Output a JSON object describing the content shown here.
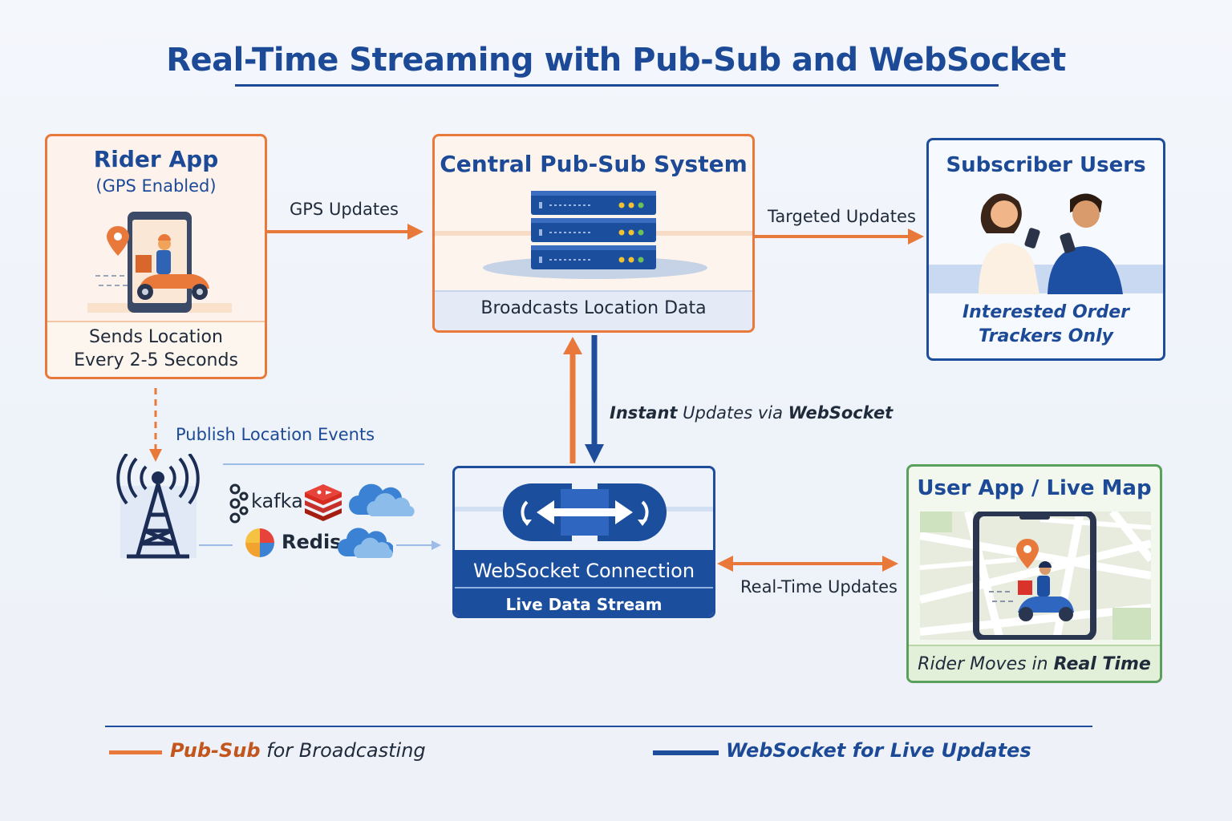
{
  "title": "Real-Time Streaming with Pub-Sub and WebSocket",
  "rider_app": {
    "title": "Rider App",
    "subtitle": "(GPS Enabled)",
    "caption_line1": "Sends Location",
    "caption_line2": "Every 2-5 Seconds"
  },
  "pubsub": {
    "title": "Central Pub-Sub System",
    "caption": "Broadcasts Location Data"
  },
  "subscriber": {
    "title": "Subscriber Users",
    "caption_line1": "Interested Order",
    "caption_line2": "Trackers Only"
  },
  "websocket": {
    "title": "WebSocket Connection",
    "subtitle": "Live Data Stream"
  },
  "user_app": {
    "title": "User App / Live Map",
    "caption_prefix": "Rider Moves in ",
    "caption_bold": "Real Time"
  },
  "arrows": {
    "gps_updates": "GPS Updates",
    "targeted_updates": "Targeted Updates",
    "instant_prefix": "Instant",
    "instant_middle": " Updates via ",
    "instant_suffix": "WebSocket",
    "publish_events": "Publish Location Events",
    "realtime_updates": "Real-Time Updates"
  },
  "tech": {
    "kafka": "kafka",
    "redis": "Redis"
  },
  "legend": {
    "pubsub_bold": "Pub-Sub",
    "pubsub_rest": " for Broadcasting",
    "websocket_label": "WebSocket for Live Updates"
  },
  "colors": {
    "orange": "#e8793a",
    "blue": "#1e4d9c",
    "green": "#5aa05c",
    "title_blue": "#1d4a97"
  },
  "icons": [
    "location-pin-icon",
    "scooter-rider-icon",
    "phone-icon",
    "server-rack-icon",
    "people-with-phones-icon",
    "cell-tower-icon",
    "kafka-icon",
    "redis-icon",
    "cloud-icon",
    "websocket-plug-icon",
    "map-icon"
  ]
}
